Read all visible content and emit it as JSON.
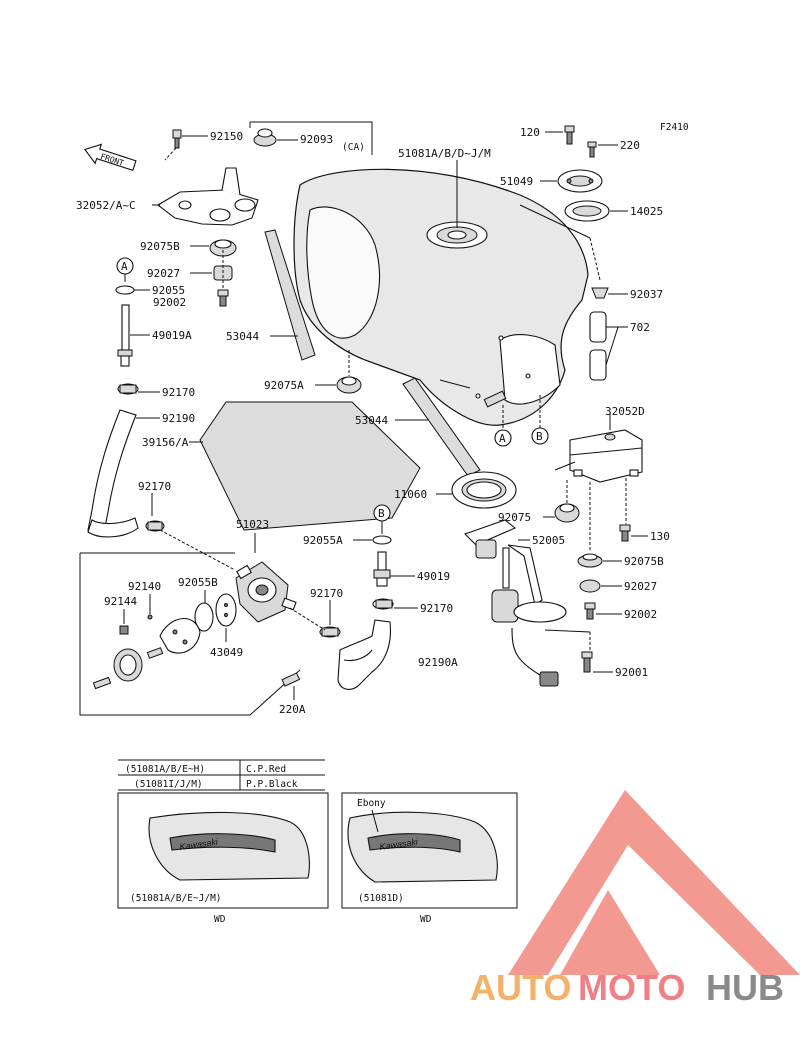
{
  "figure_code": "F2410",
  "front_arrow": "FRONT",
  "parts": {
    "p92150": "92150",
    "p92093": "92093",
    "p92093_note": "(CA)",
    "p32052": "32052/A~C",
    "p51081": "51081A/B/D~J/M",
    "p120": "120",
    "p220": "220",
    "p51049": "51049",
    "p14025": "14025",
    "p92075B_top": "92075B",
    "p92027_top": "92027",
    "p92055": "92055",
    "p92002_top": "92002",
    "p92037": "92037",
    "p702": "702",
    "p49019A": "49019A",
    "p53044_left": "53044",
    "p92075A": "92075A",
    "p92170_a": "92170",
    "p92190": "92190",
    "p53044_mid": "53044",
    "p39156": "39156/A",
    "p32052D": "32052D",
    "p11060": "11060",
    "p92170_b": "92170",
    "p51023": "51023",
    "p92075": "92075",
    "p130": "130",
    "p92055A": "92055A",
    "p52005": "52005",
    "p92075B_bot": "92075B",
    "p92140": "92140",
    "p92055B": "92055B",
    "p92144": "92144",
    "p49019": "49019",
    "p92027_bot": "92027",
    "p92170_c": "92170",
    "p92170_d": "92170",
    "p92002_bot": "92002",
    "p43049": "43049",
    "p92190A": "92190A",
    "p92001": "92001",
    "p220A": "220A"
  },
  "callouts": {
    "A1": "A",
    "B1": "B",
    "A2": "A",
    "B2": "B"
  },
  "color_table": {
    "rows": [
      {
        "code": "(51081A/B/E~H)",
        "color": "C.P.Red"
      },
      {
        "code": "(51081I/J/M)",
        "color": "P.P.Black"
      }
    ]
  },
  "decals": {
    "left_caption": "(51081A/B/E~J/M)",
    "left_sub": "WD",
    "right_label": "Ebony",
    "right_caption": "(51081D)",
    "right_sub": "WD",
    "brand": "Kawasaki"
  },
  "watermark": {
    "part1": "AUTO",
    "part2": "MOTO",
    "part3": "HUB",
    "colors": {
      "auto": "#f5b06a",
      "moto": "#f07f86",
      "hub": "#8a8a8a",
      "triangle": "#f29a91"
    }
  }
}
